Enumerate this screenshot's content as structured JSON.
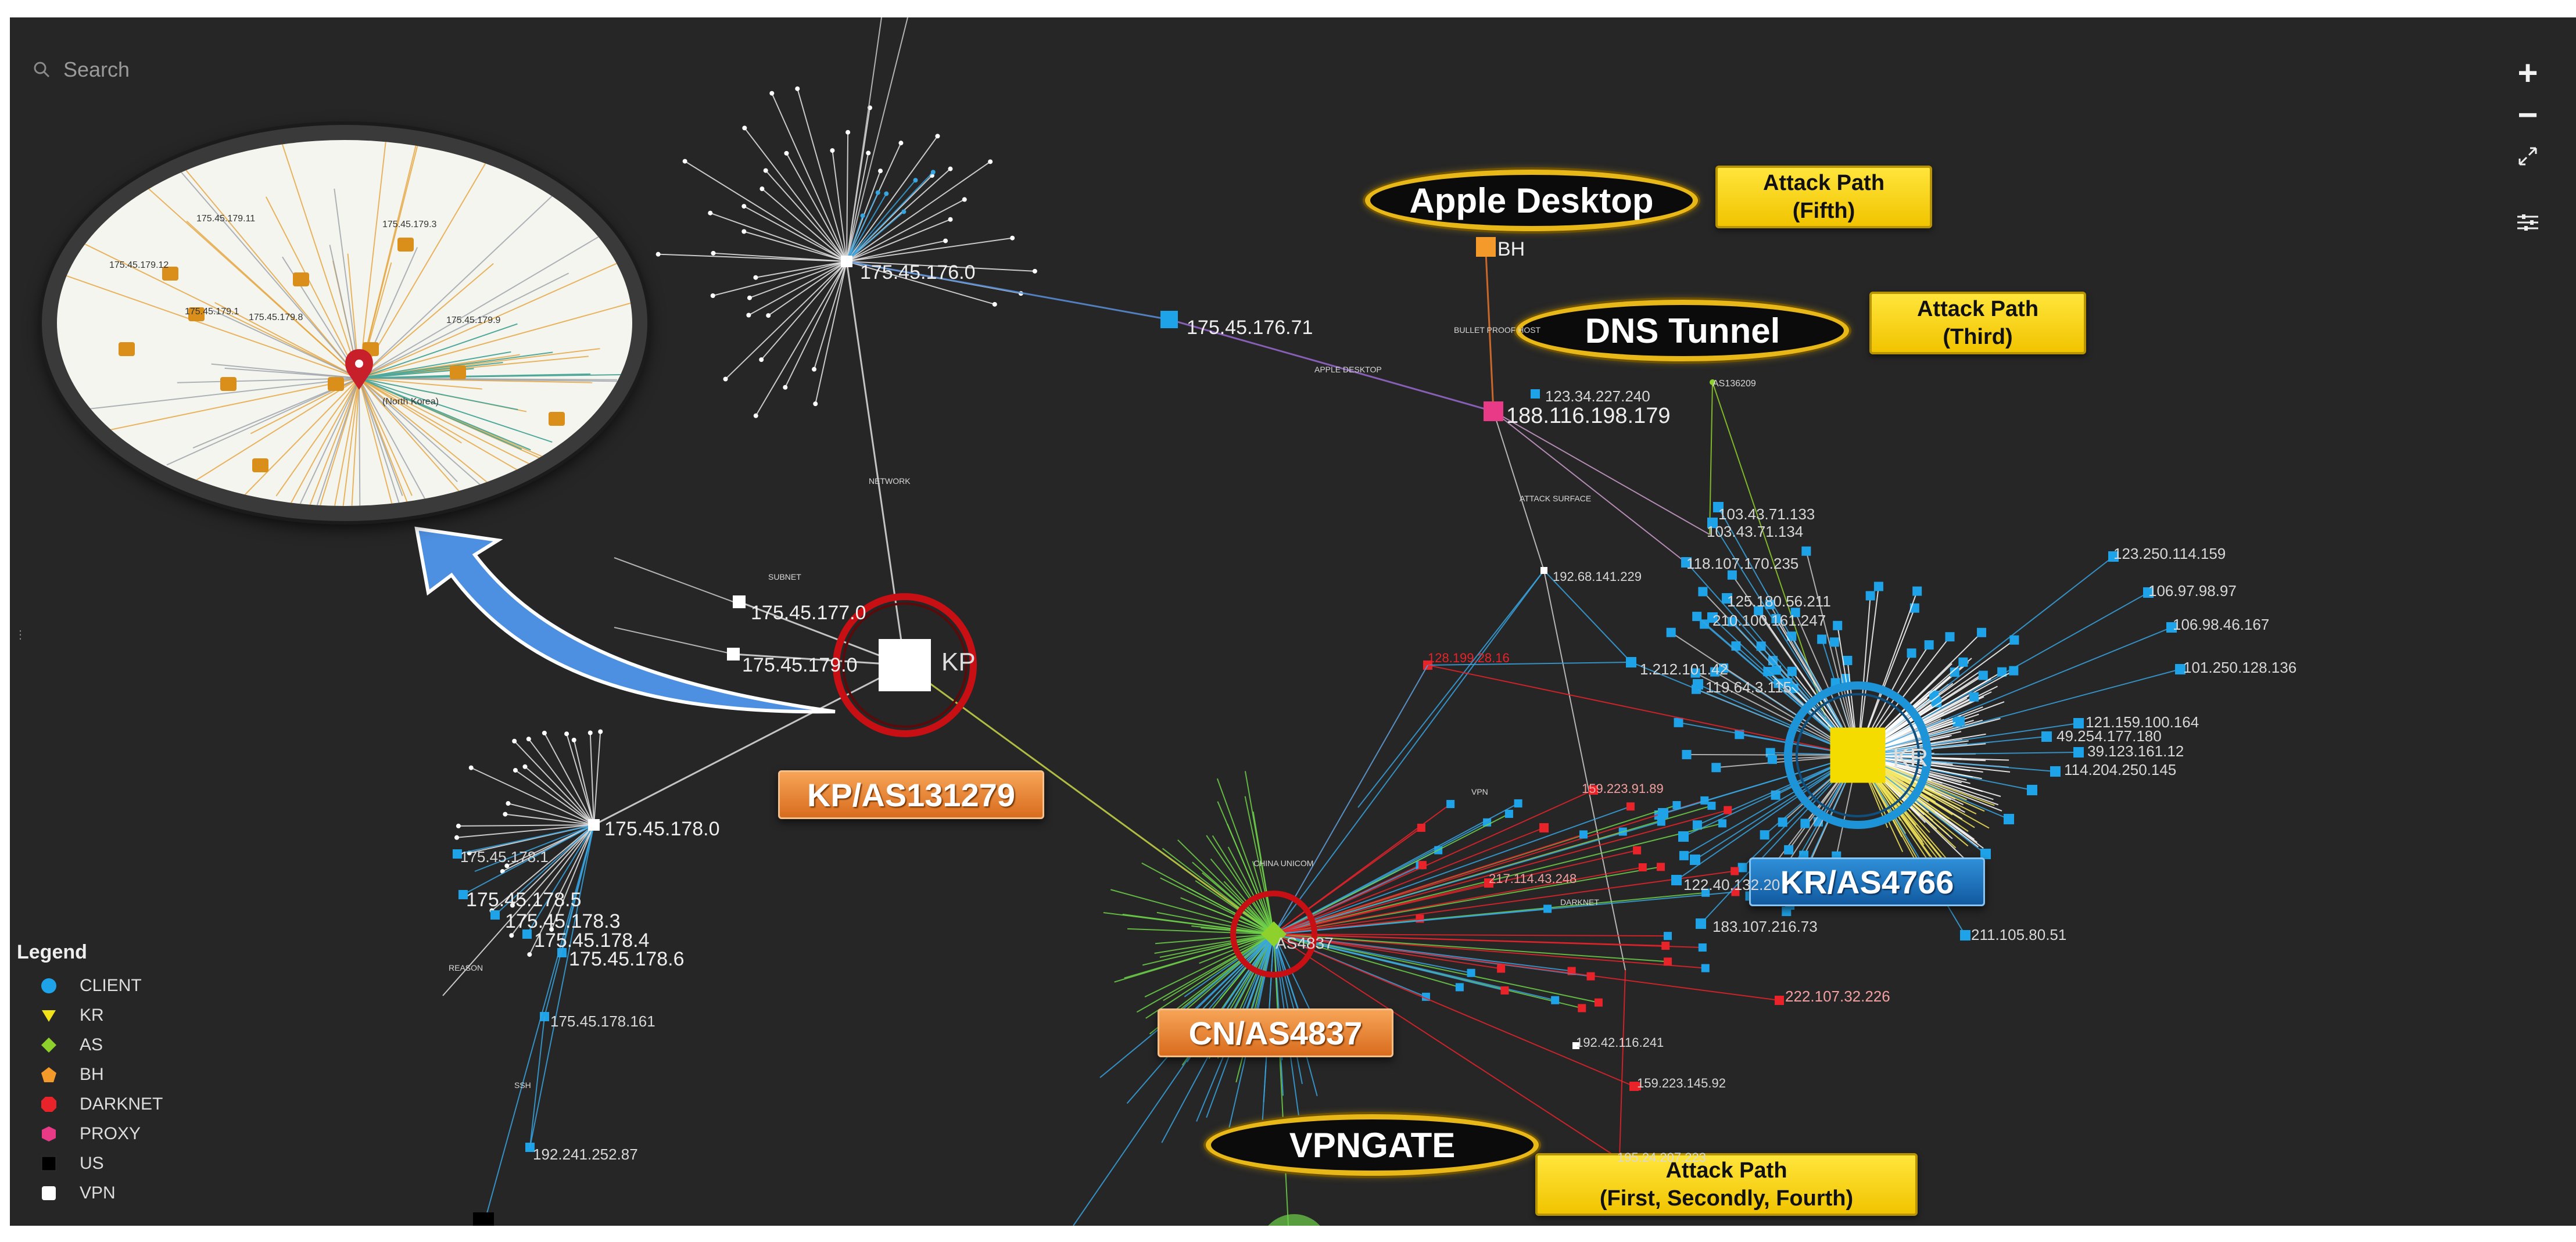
{
  "search": {
    "placeholder": "Search",
    "icon": "search-icon"
  },
  "toolbar": {
    "zoom_in": "+",
    "zoom_out": "−",
    "fit_icon": "expand-icon",
    "settings_icon": "sliders-icon"
  },
  "legend": {
    "title": "Legend",
    "items": [
      {
        "label": "CLIENT",
        "color": "#1fa3e8",
        "shape": "circle"
      },
      {
        "label": "KR",
        "color": "#f2e21a",
        "shape": "triangle"
      },
      {
        "label": "AS",
        "color": "#8fd12c",
        "shape": "diamond"
      },
      {
        "label": "BH",
        "color": "#f39a2b",
        "shape": "pentagon"
      },
      {
        "label": "DARKNET",
        "color": "#e8232a",
        "shape": "octagon"
      },
      {
        "label": "PROXY",
        "color": "#e83a86",
        "shape": "hexagon"
      },
      {
        "label": "US",
        "color": "#000000",
        "shape": "square"
      },
      {
        "label": "VPN",
        "color": "#ffffff",
        "shape": "rounded-square"
      }
    ]
  },
  "annotations": {
    "kp_as": "KP/AS131279",
    "kr_as": "KR/AS4766",
    "cn_as": "CN/AS4837",
    "apple_desktop": "Apple Desktop",
    "dns_tunnel": "DNS Tunnel",
    "vpngate": "VPNGATE",
    "attack_fifth": [
      "Attack Path",
      "(Fifth)"
    ],
    "attack_third": [
      "Attack Path",
      "(Third)"
    ],
    "attack_first": [
      "Attack Path",
      "(First, Secondly, Fourth)"
    ]
  },
  "hubs": {
    "kp": "KP",
    "kr": "KR",
    "cn": "AS4837"
  },
  "nodes": {
    "n_176_0": "175.45.176.0",
    "n_176_71": "175.45.176.71",
    "n_177_0": "175.45.177.0",
    "n_179_0": "175.45.179.0",
    "n_178_0": "175.45.178.0",
    "n_178_1": "175.45.178.1",
    "n_178_5": "175.45.178.5",
    "n_178_3": "175.45.178.3",
    "n_178_4": "175.45.178.4",
    "n_178_6": "175.45.178.6",
    "n_178_161": "175.45.178.161",
    "n_192": "192.241.252.87",
    "bh": "BH",
    "proxy_ip": "188.116.198.179",
    "proxy_ip2": "123.34.227.240",
    "as_top": "AS136209",
    "n_103": "103.43.71.133",
    "n_103b": "103.43.71.134",
    "n_118": "118.107.170.235",
    "n_125": "125.180.56.211",
    "n_210": "210.100.161.247",
    "n_192b": "192.68.141.229",
    "n_128": "128.199.28.16",
    "n_1212": "1.212.101.42",
    "n_119": "119.64.3.115",
    "n_159": "159.223.91.89",
    "n_217": "217.114.43.248",
    "n_192c": "192.42.116.241",
    "n_159b": "159.223.145.92",
    "n_195": "195.24.207.223",
    "n_122": "122.40.132.20",
    "n_183": "183.107.216.73",
    "n_222": "222.107.32.226",
    "n_123_250": "123.250.114.159",
    "n_106_97": "106.97.98.97",
    "n_106_98": "106.98.46.167",
    "n_101": "101.250.128.136",
    "n_121": "121.159.100.164",
    "n_39": "39.123.161.12",
    "n_114": "114.204.250.145",
    "n_211": "211.105.80.51",
    "n_49": "49.254.177.180"
  },
  "lens_labels": [
    "175.45.179.11",
    "175.45.179.3",
    "175.45.179.12",
    "175.45.179.1",
    "175.45.179.8",
    "175.45.179.9",
    "(North Korea)"
  ],
  "edge_labels": [
    "SUBNET",
    "NETWORK",
    "APPLE DESKTOP",
    "BULLET PROOF HOST",
    "ATTACK SURFACE",
    "VPN",
    "CHINA UNICOM",
    "DARKNET",
    "REASON",
    "SSH"
  ]
}
